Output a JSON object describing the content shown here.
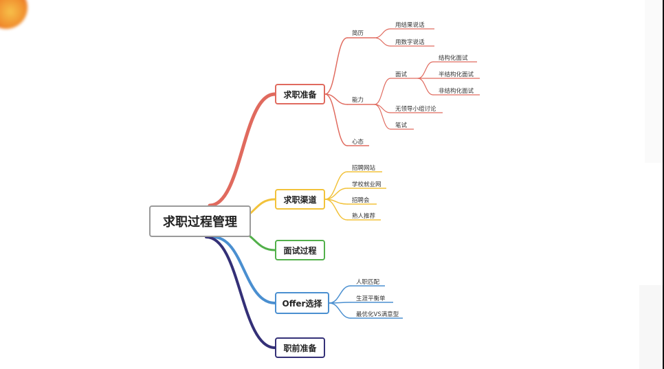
{
  "root": {
    "label": "求职过程管理"
  },
  "branches": [
    {
      "label": "求职准备",
      "color": "#e06a5e",
      "children": [
        {
          "label": "简历",
          "children": [
            {
              "label": "用结果说话"
            },
            {
              "label": "用数字说话"
            }
          ]
        },
        {
          "label": "能力",
          "children": [
            {
              "label": "面试",
              "children": [
                {
                  "label": "结构化面试"
                },
                {
                  "label": "半结构化面试"
                },
                {
                  "label": "非结构化面试"
                }
              ]
            },
            {
              "label": "无领导小组讨论"
            },
            {
              "label": "笔试"
            }
          ]
        },
        {
          "label": "心态"
        }
      ]
    },
    {
      "label": "求职渠道",
      "color": "#f2c23a",
      "children": [
        {
          "label": "招聘网站"
        },
        {
          "label": "学校就业网"
        },
        {
          "label": "招聘会"
        },
        {
          "label": "熟人推荐"
        }
      ]
    },
    {
      "label": "面试过程",
      "color": "#52b04a",
      "children": []
    },
    {
      "label": "Offer选择",
      "color": "#4a8fd0",
      "children": [
        {
          "label": "人职匹配"
        },
        {
          "label": "生涯平衡单"
        },
        {
          "label": "最优化VS满意型"
        }
      ]
    },
    {
      "label": "职前准备",
      "color": "#343077",
      "children": []
    }
  ]
}
